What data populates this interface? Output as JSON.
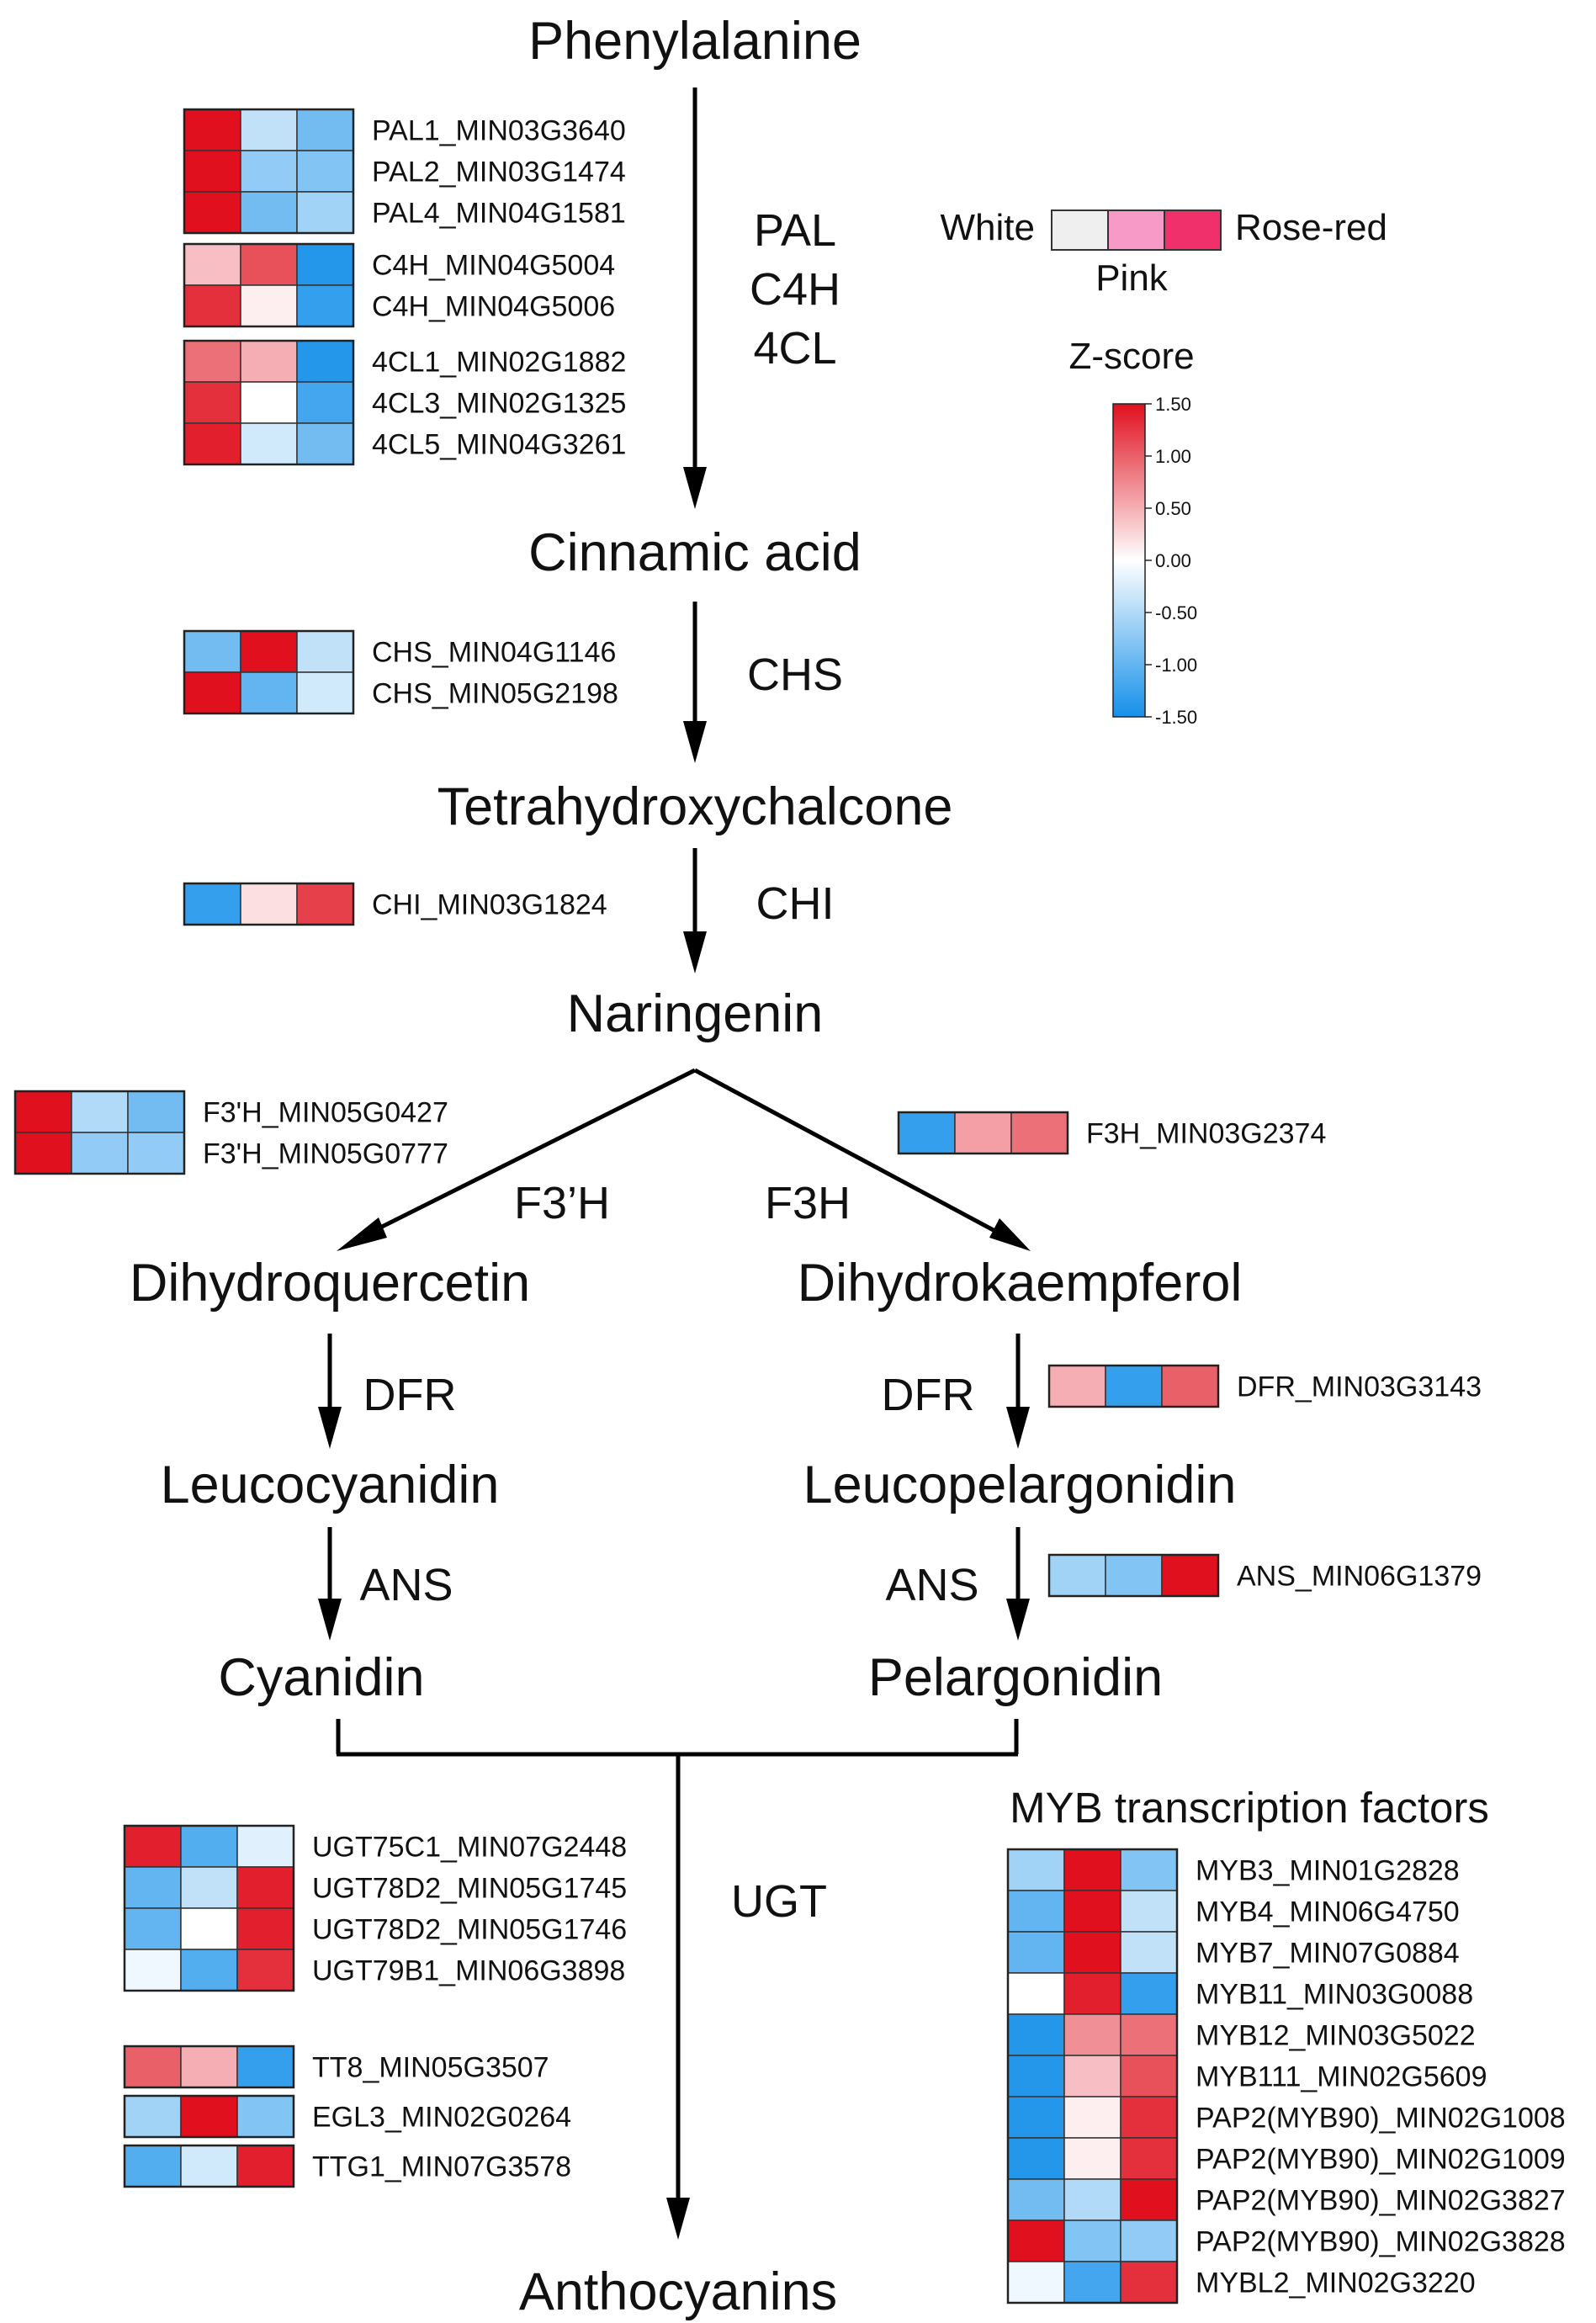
{
  "compounds": {
    "phenylalanine": "Phenylalanine",
    "cinnamic_acid": "Cinnamic acid",
    "tetrahydroxychalcone": "Tetrahydroxychalcone",
    "naringenin": "Naringenin",
    "dihydroquercetin": "Dihydroquercetin",
    "dihydrokaempferol": "Dihydrokaempferol",
    "leucocyanidin": "Leucocyanidin",
    "leucopelargonidin": "Leucopelargonidin",
    "cyanidin": "Cyanidin",
    "pelargonidin": "Pelargonidin",
    "anthocyanins": "Anthocyanins"
  },
  "enzymes": {
    "pal": "PAL",
    "c4h": "C4H",
    "4cl": "4CL",
    "chs": "CHS",
    "chi": "CHI",
    "f3ph": "F3’H",
    "f3h": "F3H",
    "dfr_left": "DFR",
    "dfr_right": "DFR",
    "ans_left": "ANS",
    "ans_right": "ANS",
    "ugt": "UGT"
  },
  "legend": {
    "white": "White",
    "pink": "Pink",
    "rose_red": "Rose-red",
    "colors": [
      "#efefef",
      "#f79ac7",
      "#f0306a"
    ],
    "zscore_title": "Z-score",
    "ticks": [
      "1.50",
      "1.00",
      "0.50",
      "0.00",
      "-0.50",
      "-1.00",
      "-1.50"
    ],
    "scale": {
      "min": -1.5,
      "max": 1.5,
      "low": "#1590ea",
      "mid": "#ffffff",
      "high": "#e0101e"
    }
  },
  "myb_title": "MYB transcription factors",
  "heatmaps": {
    "pal": {
      "genes": [
        "PAL1_MIN03G3640",
        "PAL2_MIN03G1474",
        "PAL4_MIN04G1581"
      ],
      "values": [
        [
          1.5,
          -0.4,
          -0.9
        ],
        [
          1.5,
          -0.7,
          -0.8
        ],
        [
          1.5,
          -0.9,
          -0.6
        ]
      ]
    },
    "c4h": {
      "genes": [
        "C4H_MIN04G5004",
        "C4H_MIN04G5006"
      ],
      "values": [
        [
          0.4,
          1.1,
          -1.4
        ],
        [
          1.3,
          0.1,
          -1.3
        ]
      ]
    },
    "4cl": {
      "genes": [
        "4CL1_MIN02G1882",
        "4CL3_MIN02G1325",
        "4CL5_MIN04G3261"
      ],
      "values": [
        [
          0.9,
          0.5,
          -1.4
        ],
        [
          1.3,
          0.0,
          -1.2
        ],
        [
          1.4,
          -0.3,
          -0.9
        ]
      ]
    },
    "chs": {
      "genes": [
        "CHS_MIN04G1146",
        "CHS_MIN05G2198"
      ],
      "values": [
        [
          -0.9,
          1.5,
          -0.4
        ],
        [
          1.5,
          -1.0,
          -0.3
        ]
      ]
    },
    "chi": {
      "genes": [
        "CHI_MIN03G1824"
      ],
      "values": [
        [
          -1.3,
          0.2,
          1.2
        ]
      ]
    },
    "f3ph": {
      "genes": [
        "F3'H_MIN05G0427",
        "F3'H_MIN05G0777"
      ],
      "values": [
        [
          1.5,
          -0.5,
          -0.9
        ],
        [
          1.5,
          -0.7,
          -0.7
        ]
      ]
    },
    "f3h": {
      "genes": [
        "F3H_MIN03G2374"
      ],
      "values": [
        [
          -1.3,
          0.6,
          0.9
        ]
      ]
    },
    "dfr": {
      "genes": [
        "DFR_MIN03G3143"
      ],
      "values": [
        [
          0.5,
          -1.3,
          1.0
        ]
      ]
    },
    "ans": {
      "genes": [
        "ANS_MIN06G1379"
      ],
      "values": [
        [
          -0.6,
          -0.8,
          1.5
        ]
      ]
    },
    "ugt": {
      "genes": [
        "UGT75C1_MIN07G2448",
        "UGT78D2_MIN05G1745",
        "UGT78D2_MIN05G1746",
        "UGT79B1_MIN06G3898"
      ],
      "values": [
        [
          1.4,
          -1.1,
          -0.2
        ],
        [
          -1.0,
          -0.4,
          1.4
        ],
        [
          -1.0,
          0.0,
          1.4
        ],
        [
          -0.1,
          -1.1,
          1.3
        ]
      ]
    },
    "tt8": {
      "genes": [
        "TT8_MIN05G3507"
      ],
      "values": [
        [
          1.0,
          0.5,
          -1.3
        ]
      ]
    },
    "egl3": {
      "genes": [
        "EGL3_MIN02G0264"
      ],
      "values": [
        [
          -0.6,
          1.5,
          -0.8
        ]
      ]
    },
    "ttg1": {
      "genes": [
        "TTG1_MIN07G3578"
      ],
      "values": [
        [
          -1.1,
          -0.3,
          1.4
        ]
      ]
    },
    "myb": {
      "genes": [
        "MYB3_MIN01G2828",
        "MYB4_MIN06G4750",
        "MYB7_MIN07G0884",
        "MYB11_MIN03G0088",
        "MYB12_MIN03G5022",
        "MYB111_MIN02G5609",
        "PAP2(MYB90)_MIN02G1008",
        "PAP2(MYB90)_MIN02G1009",
        "PAP2(MYB90)_MIN02G3827",
        "PAP2(MYB90)_MIN02G3828",
        "MYBL2_MIN02G3220"
      ],
      "values": [
        [
          -0.6,
          1.5,
          -0.8
        ],
        [
          -1.0,
          1.5,
          -0.4
        ],
        [
          -1.0,
          1.5,
          -0.4
        ],
        [
          0.0,
          1.4,
          -1.3
        ],
        [
          -1.4,
          0.7,
          0.9
        ],
        [
          -1.4,
          0.4,
          1.1
        ],
        [
          -1.4,
          0.1,
          1.3
        ],
        [
          -1.4,
          0.1,
          1.3
        ],
        [
          -0.9,
          -0.5,
          1.5
        ],
        [
          1.5,
          -0.8,
          -0.7
        ],
        [
          -0.1,
          -1.2,
          1.3
        ]
      ]
    }
  }
}
